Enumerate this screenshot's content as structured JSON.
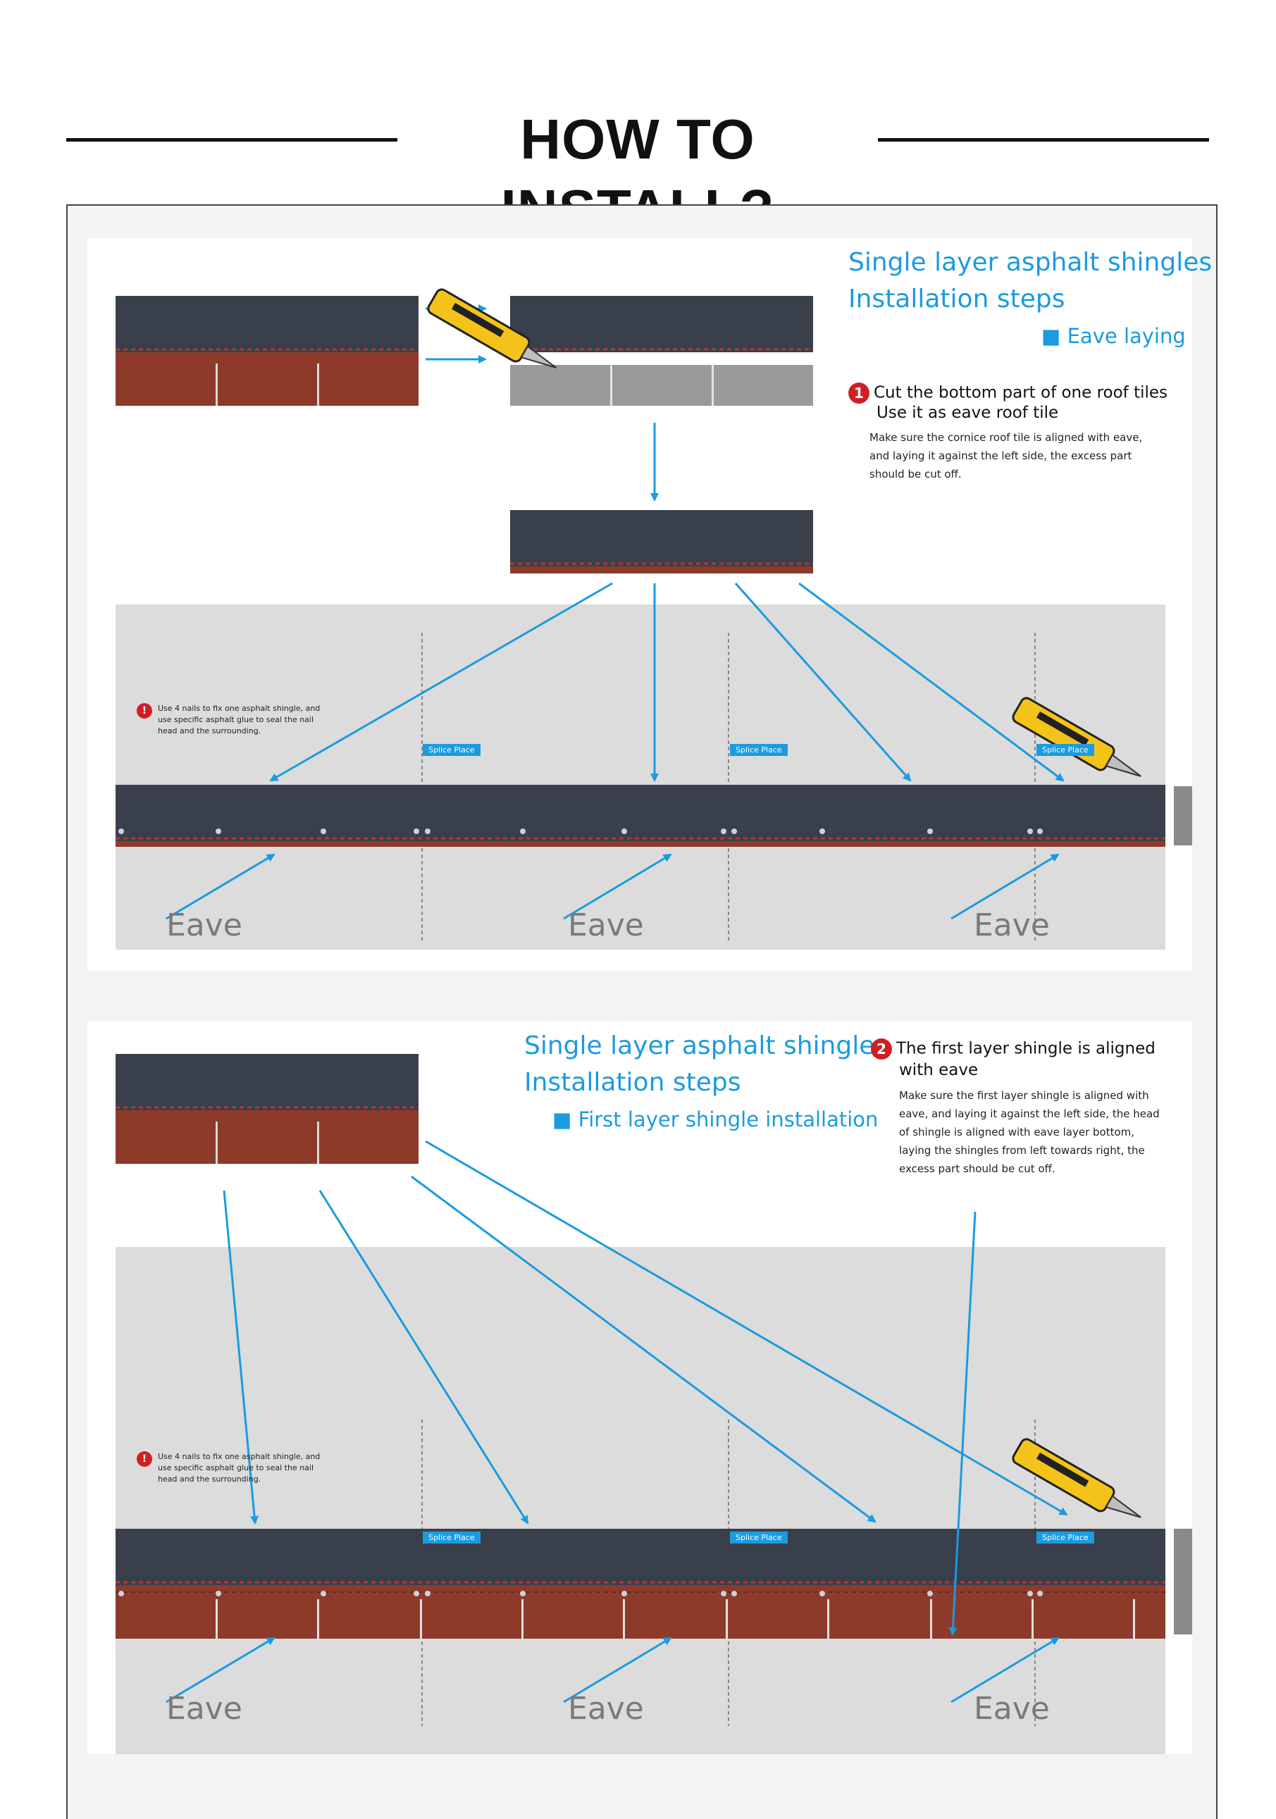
{
  "header": {
    "title": "HOW TO INSTALL?"
  },
  "panel1": {
    "title_line1": "Single layer asphalt shingles",
    "title_line2": "Installation steps",
    "subtitle": "Eave laying",
    "step_number": "1",
    "step_head_line1": "Cut the bottom part of one roof tiles",
    "step_head_line2": "Use it as eave roof tile",
    "step_body": "Make sure the cornice roof tile is aligned with eave, and laying it against the left side, the excess part should be cut off.",
    "note": "Use 4 nails to fix one asphalt shingle, and use specific asphalt glue to seal the nail head and the surrounding.",
    "splice_labels": [
      "Splice Place",
      "Splice Place",
      "Splice Place"
    ],
    "eave_labels": [
      "Eave",
      "Eave",
      "Eave"
    ]
  },
  "panel2": {
    "title_line1": "Single layer asphalt shingles",
    "title_line2": "Installation steps",
    "subtitle": "First layer shingle installation",
    "step_number": "2",
    "step_head_line1": "The first layer shingle is aligned",
    "step_head_line2": "with eave",
    "step_body": "Make sure the first layer shingle is aligned with eave, and laying it against the left side, the head of shingle is aligned with eave layer bottom, laying the shingles from left towards right, the excess part should be cut off.",
    "note": "Use 4 nails to fix one asphalt shingle, and use specific asphalt glue to seal the nail head and the surrounding.",
    "splice_labels": [
      "Splice Place",
      "Splice Place",
      "Splice Place"
    ],
    "eave_labels": [
      "Eave",
      "Eave",
      "Eave"
    ]
  },
  "colors": {
    "accent_blue": "#1b9be0",
    "shingle_dark": "#3a3f4c",
    "shingle_red": "#8e3a2b",
    "badge_red": "#d01f24",
    "roof_grey": "#dcdcdc",
    "knife_yellow": "#f3c31a"
  }
}
